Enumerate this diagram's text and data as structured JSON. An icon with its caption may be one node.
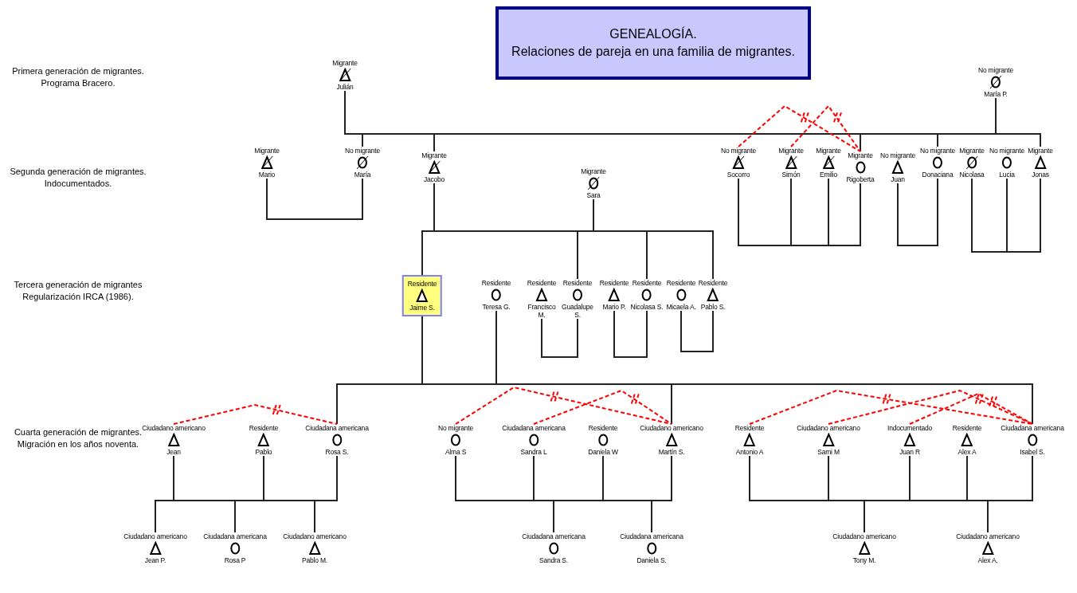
{
  "diagram": {
    "nodes": [
      {
        "text": [
          "GENEALOGÍA.",
          "Relaciones de pareja en una familia de migrantes."
        ]
      },
      {
        "text": [
          "Migrante",
          "Julián"
        ]
      },
      {
        "text": [
          "No migrante",
          "María P."
        ]
      },
      {
        "text": [
          "Migrante",
          "Mario"
        ]
      },
      {
        "text": [
          "No migrante",
          "María"
        ]
      },
      {
        "text": [
          "Migrante",
          "Jacobo"
        ]
      },
      {
        "text": [
          "Migrante",
          "Sara"
        ]
      },
      {
        "text": [
          "No migrante",
          "Socorro"
        ]
      },
      {
        "text": [
          "Migrante",
          "Simón"
        ]
      },
      {
        "text": [
          "Migrante",
          "Emilio"
        ]
      },
      {
        "text": [
          "Migrante",
          "Rigoberta"
        ]
      },
      {
        "text": [
          "No migrante",
          "Juan"
        ]
      },
      {
        "text": [
          "No migrante",
          "Donaciana"
        ]
      },
      {
        "text": [
          "Migrante",
          "Nicolasa"
        ]
      },
      {
        "text": [
          "No migrante",
          "Lucia"
        ]
      },
      {
        "text": [
          "Migrante",
          "Jonas"
        ]
      },
      {
        "text": [
          "Residente",
          "Jaime S."
        ]
      },
      {
        "text": [
          "Residente",
          "Teresa G."
        ]
      },
      {
        "text": [
          "Residente",
          "Francisco M."
        ]
      },
      {
        "text": [
          "Residente",
          "Guadalupe S."
        ]
      },
      {
        "text": [
          "Residente",
          "Mario P."
        ]
      },
      {
        "text": [
          "Residente",
          "Nicolasa S."
        ]
      },
      {
        "text": [
          "Residente",
          "Micaela A."
        ]
      },
      {
        "text": [
          "Residente",
          "Pablo S."
        ]
      },
      {
        "text": [
          "Ciudadano americano",
          "Jean"
        ]
      },
      {
        "text": [
          "Residente",
          "Pablo"
        ]
      },
      {
        "text": [
          "Ciudadana americana",
          "Rosa S."
        ]
      },
      {
        "text": [
          "No migrante",
          "Alma S"
        ]
      },
      {
        "text": [
          "Ciudadana americana",
          "Sandra L"
        ]
      },
      {
        "text": [
          "Residente",
          "Daniela W"
        ]
      },
      {
        "text": [
          "Ciudadano americano",
          "Martín S."
        ]
      },
      {
        "text": [
          "Residente",
          "Antonio A"
        ]
      },
      {
        "text": [
          "Ciudadano americano",
          "Sami M"
        ]
      },
      {
        "text": [
          "Indocumentado",
          "Juan R"
        ]
      },
      {
        "text": [
          "Residente",
          "Alex A"
        ]
      },
      {
        "text": [
          "Ciudadana americana",
          "Isabel S."
        ]
      },
      {
        "text": [
          "Ciudadano americano",
          "Jean P."
        ]
      },
      {
        "text": [
          "Ciudadana americana",
          "Rosa P"
        ]
      },
      {
        "text": [
          "Ciudadano americano",
          "Pablo M."
        ]
      },
      {
        "text": [
          "Ciudadana americana",
          "Sandra S."
        ]
      },
      {
        "text": [
          "Ciudadana americana",
          "Daniela S."
        ]
      },
      {
        "text": [
          "Ciudadano americano",
          "Tony M."
        ]
      },
      {
        "text": [
          "Ciudadano americano",
          "Alex A."
        ]
      }
    ],
    "edges": [
      {
        "from": 1,
        "to": 4,
        "arrow": "none"
      },
      {
        "from": 1,
        "to": 5,
        "arrow": "none"
      },
      {
        "from": 1,
        "to": 10,
        "arrow": "none"
      },
      {
        "from": 1,
        "to": 12,
        "arrow": "none"
      },
      {
        "from": 1,
        "to": 15,
        "arrow": "none"
      },
      {
        "from": 2,
        "to": 4,
        "arrow": "none"
      },
      {
        "from": 2,
        "to": 5,
        "arrow": "none"
      },
      {
        "from": 2,
        "to": 10,
        "arrow": "none"
      },
      {
        "from": 2,
        "to": 12,
        "arrow": "none"
      },
      {
        "from": 2,
        "to": 15,
        "arrow": "none"
      },
      {
        "from": 3,
        "to": 4,
        "arrow": "none"
      },
      {
        "from": 7,
        "to": 10,
        "arrow": "none"
      },
      {
        "from": 8,
        "to": 10,
        "arrow": "none"
      },
      {
        "from": 9,
        "to": 10,
        "arrow": "none"
      },
      {
        "from": 7,
        "to": 10,
        "arrow": "none",
        "style": "dashed",
        "color": "#ff0000"
      },
      {
        "from": 8,
        "to": 10,
        "arrow": "none",
        "style": "dashed",
        "color": "#ff0000"
      },
      {
        "from": 11,
        "to": 12,
        "arrow": "none"
      },
      {
        "from": 13,
        "to": 15,
        "arrow": "none"
      },
      {
        "from": 14,
        "to": 15,
        "arrow": "none"
      },
      {
        "from": 5,
        "to": 16,
        "arrow": "none"
      },
      {
        "from": 5,
        "to": 19,
        "arrow": "none"
      },
      {
        "from": 5,
        "to": 21,
        "arrow": "none"
      },
      {
        "from": 5,
        "to": 23,
        "arrow": "none"
      },
      {
        "from": 6,
        "to": 16,
        "arrow": "none"
      },
      {
        "from": 6,
        "to": 19,
        "arrow": "none"
      },
      {
        "from": 6,
        "to": 21,
        "arrow": "none"
      },
      {
        "from": 6,
        "to": 23,
        "arrow": "none"
      },
      {
        "from": 18,
        "to": 19,
        "arrow": "none"
      },
      {
        "from": 20,
        "to": 21,
        "arrow": "none"
      },
      {
        "from": 22,
        "to": 23,
        "arrow": "none"
      },
      {
        "from": 16,
        "to": 26,
        "arrow": "none"
      },
      {
        "from": 16,
        "to": 30,
        "arrow": "none"
      },
      {
        "from": 16,
        "to": 35,
        "arrow": "none"
      },
      {
        "from": 17,
        "to": 26,
        "arrow": "none"
      },
      {
        "from": 17,
        "to": 30,
        "arrow": "none"
      },
      {
        "from": 17,
        "to": 35,
        "arrow": "none"
      },
      {
        "from": 24,
        "to": 26,
        "arrow": "none",
        "style": "dashed",
        "color": "#ff0000"
      },
      {
        "from": 24,
        "to": 36,
        "arrow": "none"
      },
      {
        "from": 24,
        "to": 37,
        "arrow": "none"
      },
      {
        "from": 24,
        "to": 38,
        "arrow": "none"
      },
      {
        "from": 25,
        "to": 36,
        "arrow": "none"
      },
      {
        "from": 25,
        "to": 37,
        "arrow": "none"
      },
      {
        "from": 25,
        "to": 38,
        "arrow": "none"
      },
      {
        "from": 26,
        "to": 36,
        "arrow": "none"
      },
      {
        "from": 26,
        "to": 37,
        "arrow": "none"
      },
      {
        "from": 26,
        "to": 38,
        "arrow": "none"
      },
      {
        "from": 27,
        "to": 30,
        "arrow": "none",
        "style": "dashed",
        "color": "#ff0000"
      },
      {
        "from": 28,
        "to": 30,
        "arrow": "none",
        "style": "dashed",
        "color": "#ff0000"
      },
      {
        "from": 27,
        "to": 39,
        "arrow": "none"
      },
      {
        "from": 27,
        "to": 40,
        "arrow": "none"
      },
      {
        "from": 28,
        "to": 39,
        "arrow": "none"
      },
      {
        "from": 28,
        "to": 40,
        "arrow": "none"
      },
      {
        "from": 29,
        "to": 39,
        "arrow": "none"
      },
      {
        "from": 29,
        "to": 40,
        "arrow": "none"
      },
      {
        "from": 30,
        "to": 39,
        "arrow": "none"
      },
      {
        "from": 30,
        "to": 40,
        "arrow": "none"
      },
      {
        "from": 31,
        "to": 35,
        "arrow": "none",
        "style": "dashed",
        "color": "#ff0000"
      },
      {
        "from": 32,
        "to": 35,
        "arrow": "none",
        "style": "dashed",
        "color": "#ff0000"
      },
      {
        "from": 33,
        "to": 35,
        "arrow": "none",
        "style": "dashed",
        "color": "#ff0000"
      },
      {
        "from": 31,
        "to": 41,
        "arrow": "none"
      },
      {
        "from": 31,
        "to": 42,
        "arrow": "none"
      },
      {
        "from": 32,
        "to": 41,
        "arrow": "none"
      },
      {
        "from": 32,
        "to": 42,
        "arrow": "none"
      },
      {
        "from": 33,
        "to": 41,
        "arrow": "none"
      },
      {
        "from": 33,
        "to": 42,
        "arrow": "none"
      },
      {
        "from": 34,
        "to": 41,
        "arrow": "none"
      },
      {
        "from": 34,
        "to": 42,
        "arrow": "none"
      },
      {
        "from": 35,
        "to": 41,
        "arrow": "none"
      },
      {
        "from": 35,
        "to": 42,
        "arrow": "none"
      }
    ],
    "labels": [
      "Primera generación de migrantes. Programa Bracero.",
      "Segunda generación de migrantes. Indocumentados.",
      "Tercera generación de migrantes Regularización IRCA (1986).",
      "Cuarta generación de migrantes. Migración en los años noventa."
    ]
  }
}
